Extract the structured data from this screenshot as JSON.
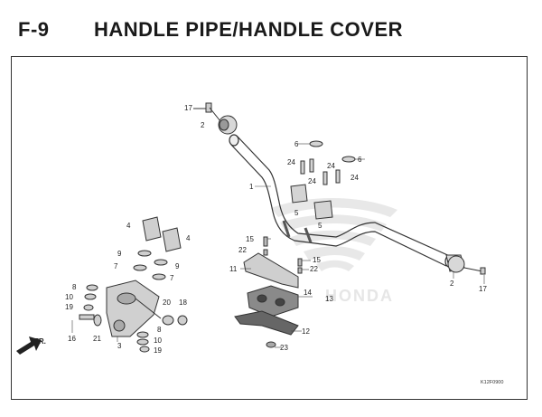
{
  "header": {
    "code": "F-9",
    "title": "HANDLE PIPE/HANDLE COVER"
  },
  "diagram": {
    "fr_label": "FR.",
    "drawing_number": "K12F0900",
    "watermark": "HONDA",
    "callouts": [
      "17",
      "2",
      "1",
      "6",
      "6",
      "24",
      "24",
      "24",
      "24",
      "5",
      "5",
      "4",
      "4",
      "9",
      "9",
      "7",
      "7",
      "8",
      "10",
      "19",
      "16",
      "21",
      "3",
      "20",
      "18",
      "8",
      "10",
      "19",
      "15",
      "22",
      "11",
      "15",
      "22",
      "14",
      "13",
      "12",
      "23",
      "2",
      "17"
    ]
  },
  "colors": {
    "line": "#333333",
    "part_fill": "#dcdcdc",
    "part_dark": "#555555",
    "watermark": "#e6e6e6"
  }
}
